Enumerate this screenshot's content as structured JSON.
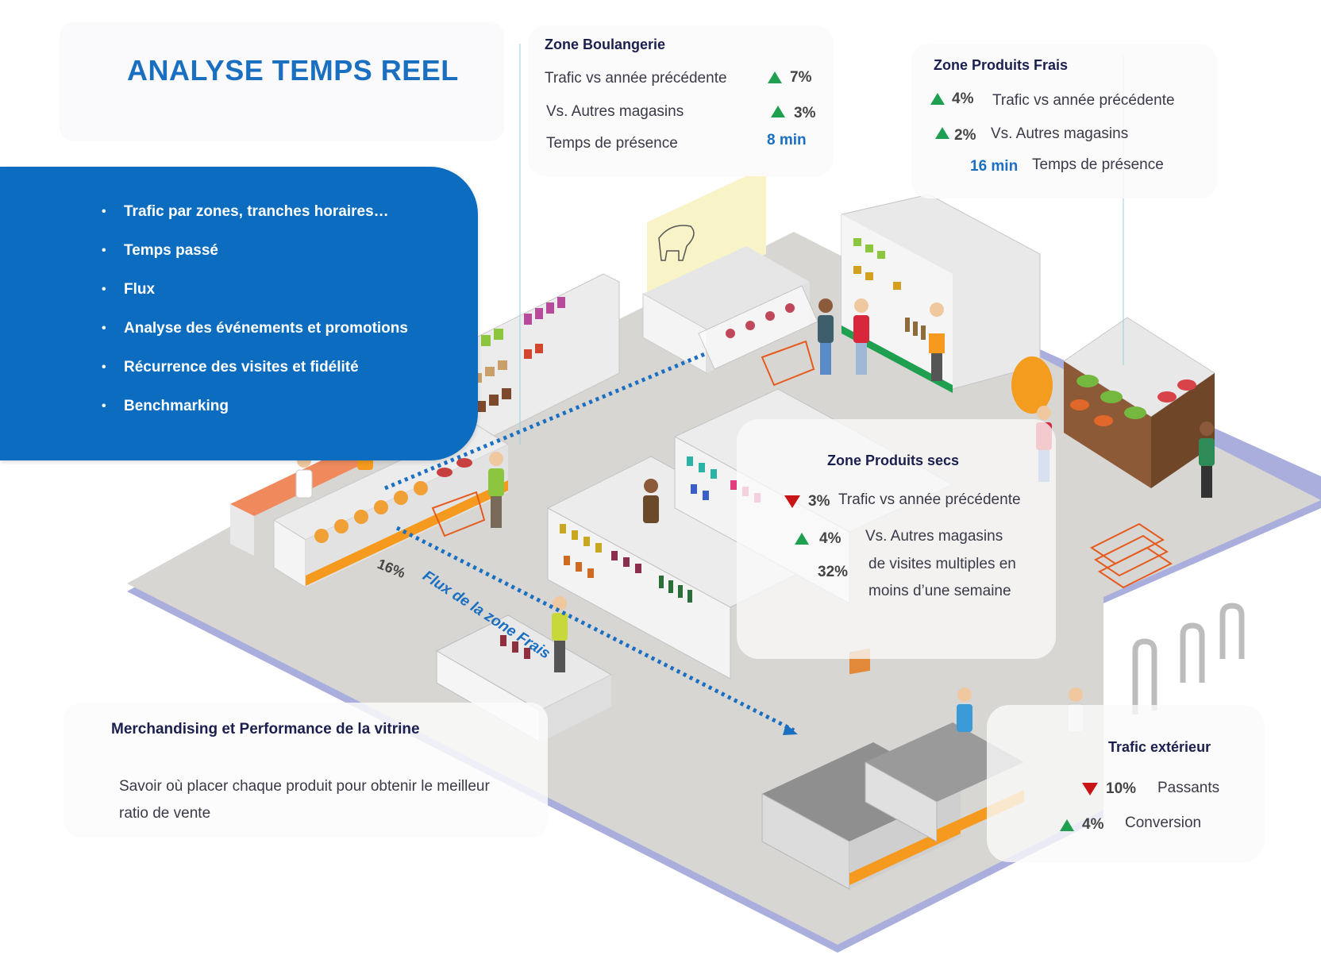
{
  "title": "ANALYSE TEMPS REEL",
  "features": [
    "Trafic par zones, tranches horaires…",
    "Temps passé",
    "Flux",
    "Analyse des événements et promotions",
    "Récurrence des visites et fidélité",
    "Benchmarking"
  ],
  "bullet_char": "•",
  "zone_boulangerie": {
    "title": "Zone Boulangerie",
    "traffic_label": "Trafic vs année précédente",
    "traffic_value": "7%",
    "stores_label": "Vs. Autres magasins",
    "stores_value": "3%",
    "time_label": "Temps de présence",
    "time_value": "8 min"
  },
  "zone_produits_frais": {
    "title": "Zone Produits Frais",
    "traffic_value": "4%",
    "traffic_label": "Trafic vs année précédente",
    "stores_value": "2%",
    "stores_label": "Vs. Autres magasins",
    "time_value": "16 min",
    "time_label": "Temps de présence"
  },
  "zone_produits_secs": {
    "title": "Zone Produits secs",
    "traffic_value": "3%",
    "traffic_label": "Trafic vs année précédente",
    "stores_value": "4%",
    "stores_label": "Vs. Autres magasins",
    "visits_value": "32%",
    "visits_line1": "de visites multiples en",
    "visits_line2": "moins d’une semaine"
  },
  "flow": {
    "label": "Flux de la zone Frais",
    "percent": "16%"
  },
  "merchandising": {
    "title": "Merchandising et Performance de la vitrine",
    "line1": "Savoir où placer chaque produit pour obtenir le meilleur",
    "line2": "ratio de vente"
  },
  "trafic_exterieur": {
    "title": "Trafic extérieur",
    "passants_value": "10%",
    "passants_label": "Passants",
    "conversion_value": "4%",
    "conversion_label": "Conversion"
  },
  "colors": {
    "accent_blue": "#0b6cc0",
    "up_green": "#1fa050",
    "down_red": "#c81414",
    "floor": "#d8d6d2",
    "floor_edge": "#a9aedc",
    "orange": "#f59a1e"
  },
  "icons": [
    "trend-up-icon",
    "trend-down-icon",
    "flow-arrow-icon"
  ]
}
